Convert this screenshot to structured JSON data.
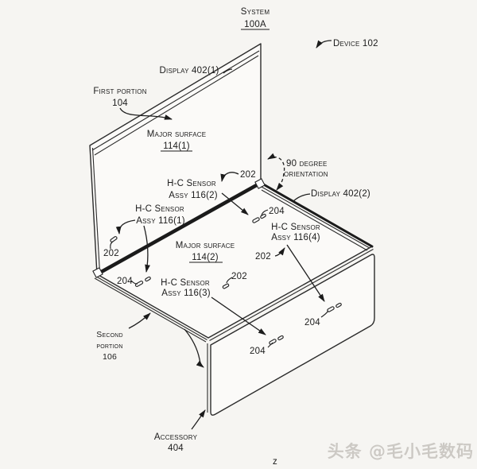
{
  "colors": {
    "background": "#f6f5f2",
    "line": "#2b2b2b",
    "watermark": "#ccc9c4"
  },
  "figure": {
    "system": {
      "label": "System",
      "ref": "100A"
    },
    "device": {
      "label": "Device 102"
    },
    "display1": {
      "label": "Display 402(1)"
    },
    "first_portion": {
      "line1": "First portion",
      "ref": "104"
    },
    "major_surface1": {
      "label": "Major surface",
      "ref": "114(1)"
    },
    "orientation": {
      "line1": "90 degree",
      "line2": "orientation"
    },
    "display2": {
      "label": "Display 402(2)"
    },
    "sensor1": {
      "line1": "H-C Sensor",
      "line2": "Assy 116(1)"
    },
    "sensor2": {
      "line1": "H-C Sensor",
      "line2": "Assy 116(2)"
    },
    "sensor3": {
      "line1": "H-C Sensor",
      "line2": "Assy 116(3)"
    },
    "sensor4": {
      "line1": "H-C Sensor",
      "line2": "Assy 116(4)"
    },
    "major_surface2": {
      "label": "Major surface",
      "ref": "114(2)"
    },
    "second_portion": {
      "line1": "Second",
      "line2": "portion",
      "ref": "106"
    },
    "accessory": {
      "label": "Accessory",
      "ref": "404"
    },
    "ref_202": "202",
    "ref_204": "204",
    "z_axis": "z"
  },
  "watermark": {
    "text": "头条 @毛小毛数码"
  }
}
